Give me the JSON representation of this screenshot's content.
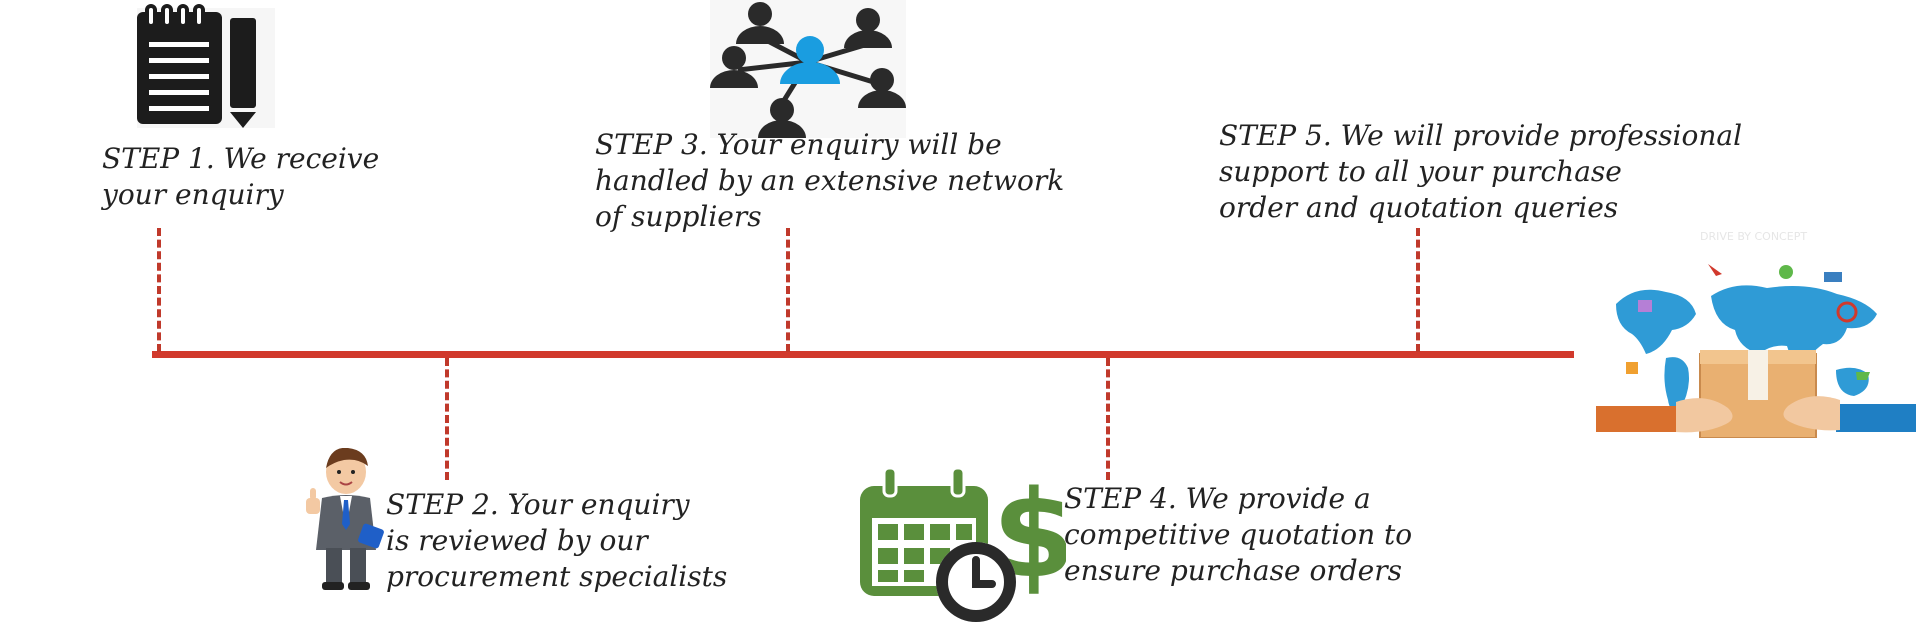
{
  "steps": [
    {
      "line1": "STEP 1. We receive",
      "line2": "your enquiry",
      "icon": "notepad-pencil-icon"
    },
    {
      "line1": "STEP 2. Your enquiry",
      "line2": "is reviewed by our",
      "line3": "procurement specialists",
      "icon": "businessman-icon"
    },
    {
      "line1": "STEP 3. Your enquiry will be",
      "line2": "handled by an extensive network",
      "line3": "of suppliers",
      "icon": "supplier-network-icon"
    },
    {
      "line1": "STEP 4. We provide a",
      "line2": "competitive quotation to",
      "line3": "ensure purchase orders",
      "icon": "calendar-dollar-icon"
    },
    {
      "line1": "STEP 5. We will provide professional",
      "line2": "support to all your purchase",
      "line3": "order and quotation queries",
      "icon": "global-delivery-icon"
    }
  ],
  "caption": "DRIVE BY CONCEPT",
  "colors": {
    "timeline": "#d1392c",
    "network_center": "#1a9de0",
    "calendar": "#5a8f3c",
    "text": "#222222"
  }
}
